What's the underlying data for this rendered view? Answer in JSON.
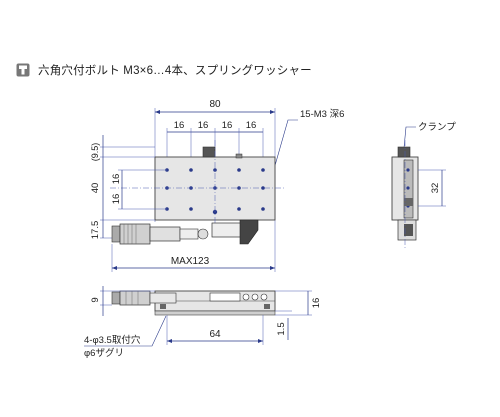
{
  "header": {
    "icon": "hex-socket-bolt-icon",
    "note": "六角穴付ボルト M3×6…4本、スプリングワッシャー"
  },
  "dimensions": {
    "top_width": "80",
    "hole_pitch": [
      "16",
      "16",
      "16",
      "16"
    ],
    "tap_note": "15-M3 深6",
    "offset_top": "(9.5)",
    "height_40": "40",
    "pitch_v1": "16",
    "pitch_v2": "16",
    "micrometer_offset": "17.5",
    "max_length": "MAX123",
    "side_32": "32",
    "clamp_label": "クランプ",
    "front_height": "9",
    "front_16": "16",
    "front_64": "64",
    "front_15": "1.5",
    "mount_hole_note_1": "4-φ3.5取付穴",
    "mount_hole_note_2": "φ6ザグリ"
  },
  "colors": {
    "dimension": "#2a3a8a",
    "body": "#e6e6e6",
    "outline": "#444444"
  }
}
